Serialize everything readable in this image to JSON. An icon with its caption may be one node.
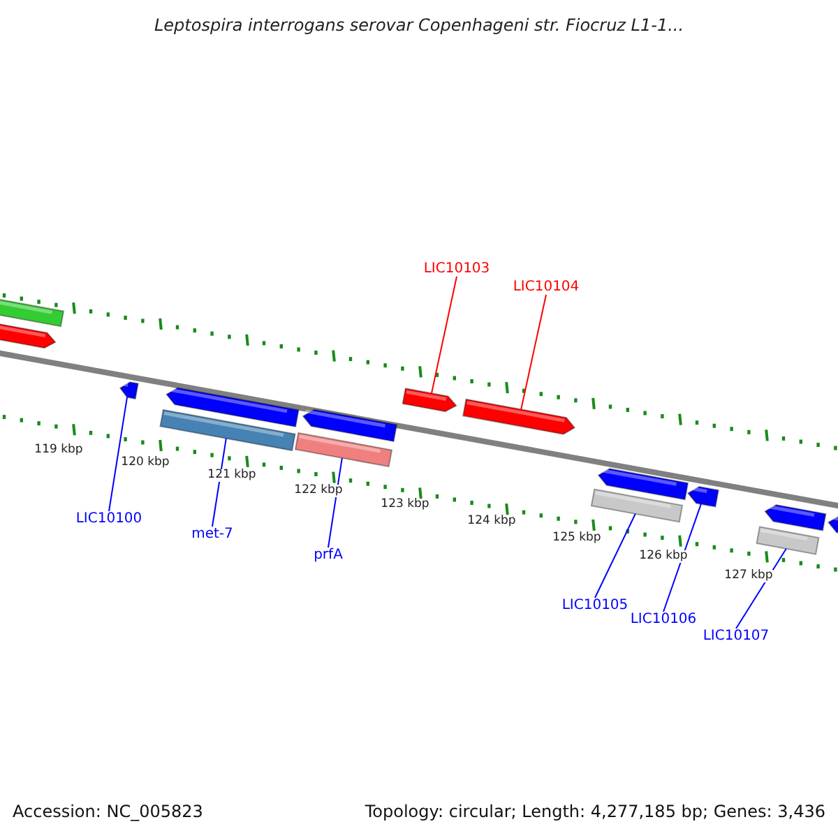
{
  "diagram": {
    "title": "Leptospira interrogans serovar Copenhageni str. Fiocruz L1-1...",
    "nodes": [
      {
        "text": [
          "LIC10103"
        ]
      },
      {
        "text": [
          "LIC10104"
        ]
      },
      {
        "text": [
          "LIC10100"
        ]
      },
      {
        "text": [
          "met-7"
        ]
      },
      {
        "text": [
          "prfA"
        ]
      },
      {
        "text": [
          "LIC10105"
        ]
      },
      {
        "text": [
          "LIC10106"
        ]
      },
      {
        "text": [
          "LIC10107"
        ]
      },
      {
        "text": [],
        "shape": "box"
      },
      {
        "text": [],
        "shape": "arrow"
      },
      {
        "text": [],
        "shape": "arrow"
      },
      {
        "text": [],
        "shape": "arrow"
      },
      {
        "text": [],
        "shape": "box"
      },
      {
        "text": [],
        "shape": "arrow"
      },
      {
        "text": [],
        "shape": "box"
      },
      {
        "text": [],
        "shape": "arrow"
      },
      {
        "text": [],
        "shape": "arrow"
      },
      {
        "text": [],
        "shape": "arrow"
      },
      {
        "text": [],
        "shape": "box"
      },
      {
        "text": [],
        "shape": "arrow"
      },
      {
        "text": [],
        "shape": "arrow"
      },
      {
        "text": [],
        "shape": "box"
      },
      {
        "text": [],
        "shape": "arrow"
      }
    ],
    "edges": [
      {
        "from": 0,
        "to": 15,
        "arrow": "none",
        "color": "#ff0000"
      },
      {
        "from": 1,
        "to": 16,
        "arrow": "none",
        "color": "#ff0000"
      },
      {
        "from": 2,
        "to": 10,
        "arrow": "none"
      },
      {
        "from": 3,
        "to": 12,
        "arrow": "none"
      },
      {
        "from": 4,
        "to": 14,
        "arrow": "none"
      },
      {
        "from": 5,
        "to": 18,
        "arrow": "none"
      },
      {
        "from": 6,
        "to": 19,
        "arrow": "none"
      },
      {
        "from": 7,
        "to": 21,
        "arrow": "none"
      }
    ],
    "labels": [
      "119 kbp",
      "120 kbp",
      "121 kbp",
      "122 kbp",
      "123 kbp",
      "124 kbp",
      "125 kbp",
      "126 kbp",
      "127 kbp",
      "Accession: NC_005823",
      "Topology: circular; Length: 4,277,185 bp; Genes: 3,436"
    ]
  }
}
